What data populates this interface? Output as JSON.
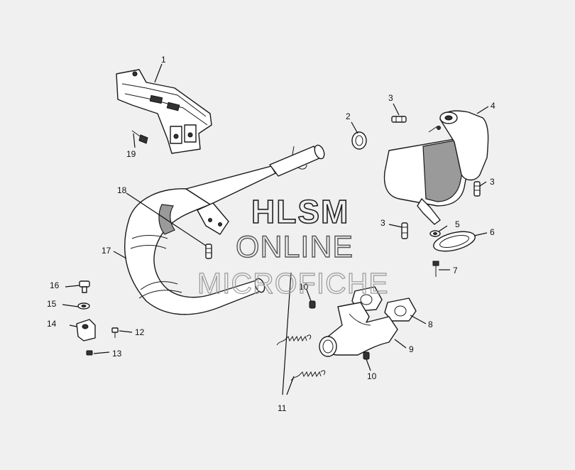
{
  "diagram": {
    "background": "#f0f0f0",
    "callouts": {
      "c1": "1",
      "c2": "2",
      "c3a": "3",
      "c3b": "3",
      "c3c": "3",
      "c4": "4",
      "c5": "5",
      "c6": "6",
      "c7": "7",
      "c8": "8",
      "c9": "9",
      "c10a": "10",
      "c10b": "10",
      "c11": "11",
      "c12": "12",
      "c13": "13",
      "c14": "14",
      "c15": "15",
      "c16": "16",
      "c17": "17",
      "c18": "18",
      "c19": "19"
    },
    "watermark": {
      "line1": "HLSM",
      "line2": "ONLINE",
      "line3": "MICROFICHE"
    }
  }
}
